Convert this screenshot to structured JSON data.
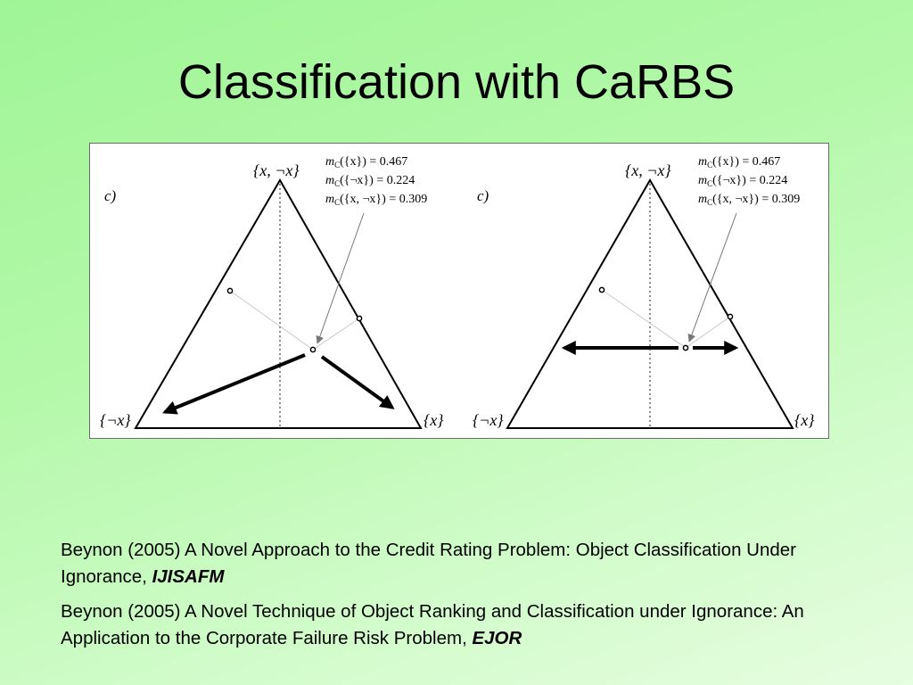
{
  "slide": {
    "title": "Classification with CaRBS"
  },
  "figure": {
    "panels": [
      {
        "panel_label": "c)",
        "vertex_top": "{x, ¬x}",
        "vertex_left": "{¬x}",
        "vertex_right": "{x}",
        "mass_lines": [
          {
            "prefix": "m",
            "subscript": "C",
            "focal": "({x})",
            "value": " = 0.467"
          },
          {
            "prefix": "m",
            "subscript": "C",
            "focal": "({¬x})",
            "value": " = 0.224"
          },
          {
            "prefix": "m",
            "subscript": "C",
            "focal": "({x, ¬x})",
            "value": " = 0.309"
          }
        ]
      },
      {
        "panel_label": "c)",
        "vertex_top": "{x, ¬x}",
        "vertex_left": "{¬x}",
        "vertex_right": "{x}",
        "mass_lines": [
          {
            "prefix": "m",
            "subscript": "C",
            "focal": "({x})",
            "value": " = 0.467"
          },
          {
            "prefix": "m",
            "subscript": "C",
            "focal": "({¬x})",
            "value": " = 0.224"
          },
          {
            "prefix": "m",
            "subscript": "C",
            "focal": "({x, ¬x})",
            "value": " = 0.309"
          }
        ]
      }
    ]
  },
  "references": [
    {
      "text": "Beynon (2005) A Novel Approach to the Credit Rating Problem: Object Classification Under Ignorance, ",
      "journal": "IJISAFM"
    },
    {
      "text": "Beynon (2005) A Novel Technique of Object Ranking and Classification under Ignorance: An Application to the Corporate Failure Risk Problem, ",
      "journal": "EJOR"
    }
  ]
}
